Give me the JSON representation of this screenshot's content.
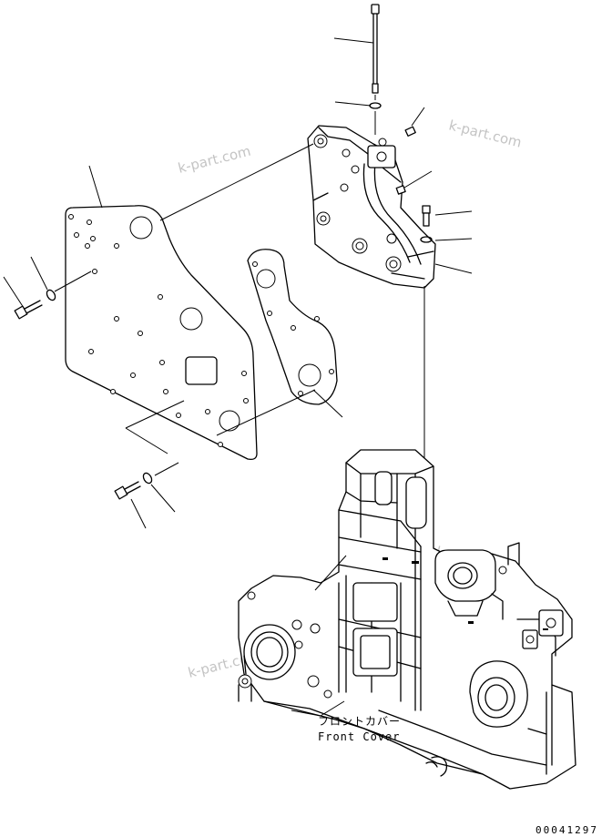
{
  "watermarks": [
    "k-part.com",
    "k-part.com",
    "k-part.com",
    "k-part.com"
  ],
  "labels": {
    "part_jp": "フロントカバー",
    "part_en": "Front Cover"
  },
  "drawing_code": "00041297"
}
